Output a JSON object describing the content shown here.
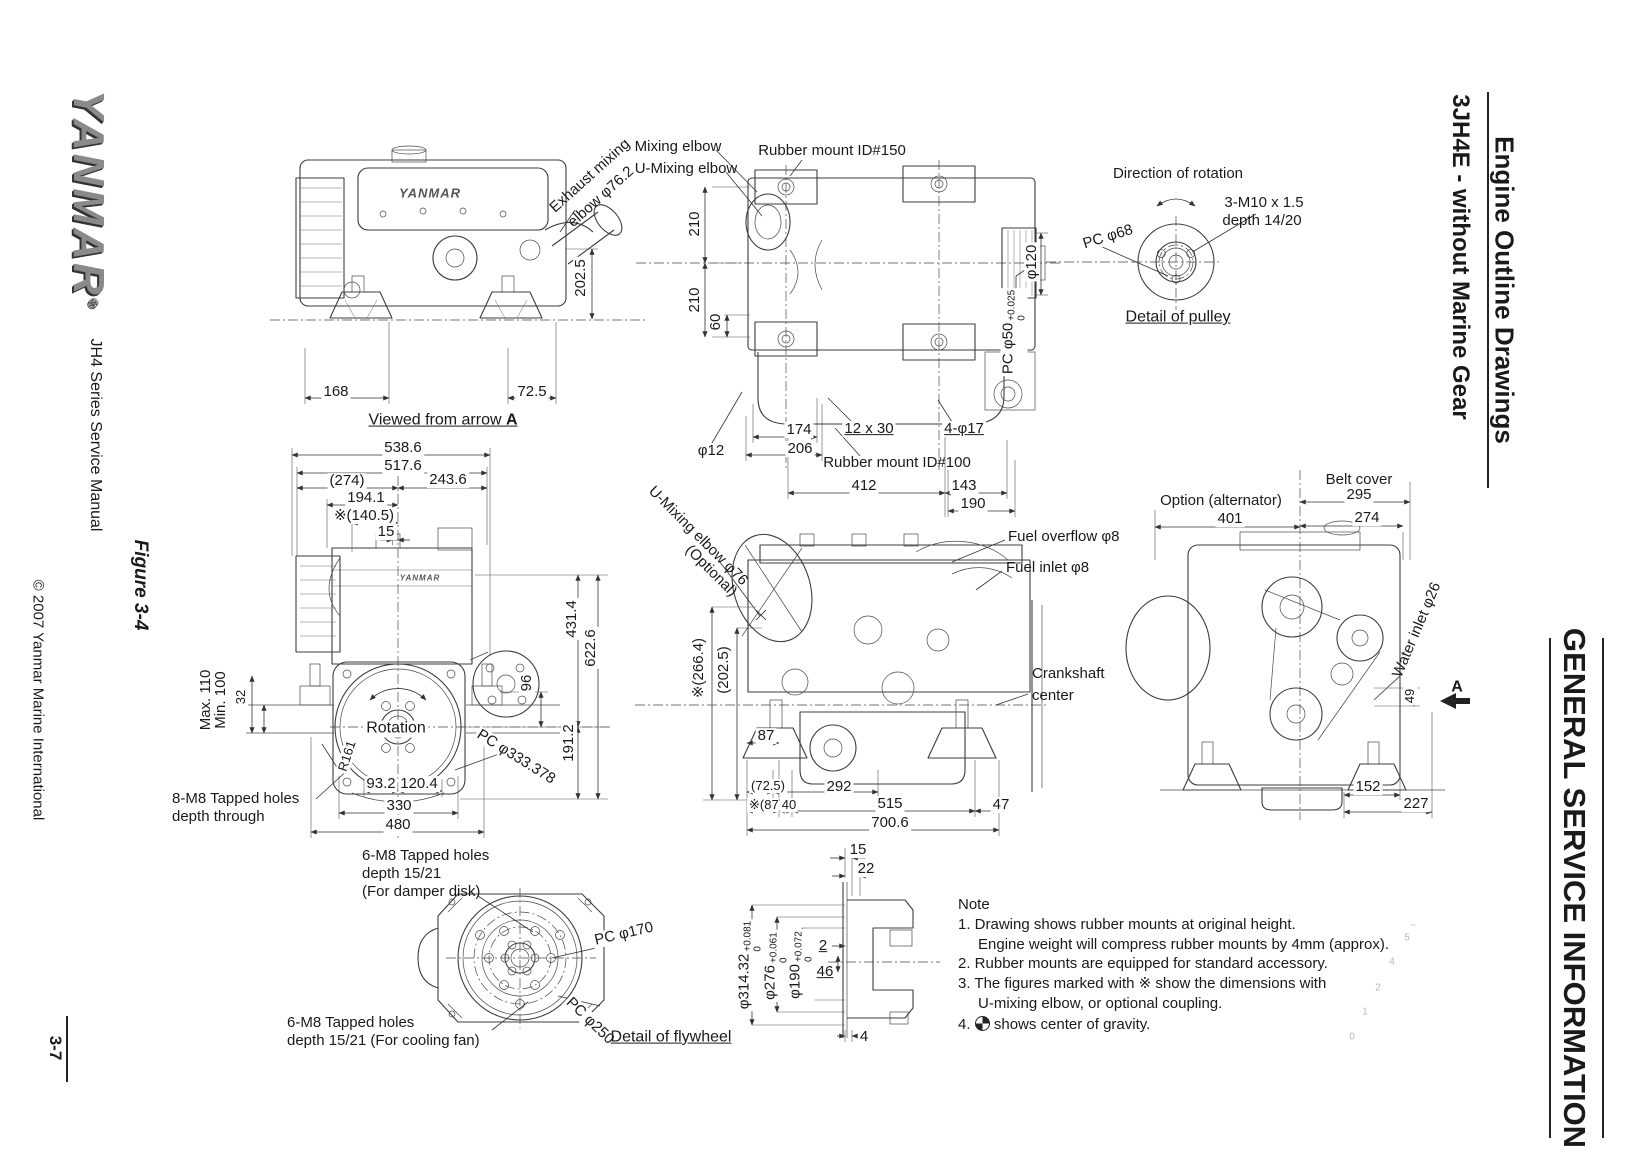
{
  "sidebar_left": {
    "logo": "YANMAR",
    "logo_reg": "®",
    "manual_title": "JH4 Series Service Manual",
    "copyright": "© 2007 Yanmar Marine International",
    "figure_label": "Figure 3-4",
    "page_number": "3-7"
  },
  "sidebar_right": {
    "section_title": "Engine Outline Drawings",
    "subsection_title": "3JH4E - without Marine Gear",
    "chapter_title": "GENERAL SERVICE INFORMATION"
  },
  "view_arrow_a": {
    "exhaust_label_1": "Exhaust mixing",
    "exhaust_label_2": "elbow φ76.2",
    "dim_height": "202.5",
    "dim_left": "168",
    "dim_right": "72.5",
    "caption_prefix": "Viewed from arrow ",
    "caption_arrow": "A",
    "engine_brand": "YANMAR"
  },
  "view_top": {
    "mixing_elbow": "Mixing elbow",
    "u_mixing_elbow": "U-Mixing elbow",
    "rubber_mount_150": "Rubber mount ID#150",
    "dim_210_top": "210",
    "dim_210_bottom": "210",
    "dim_60": "60",
    "dia_120": "φ120",
    "pc50_base": "PC φ50",
    "pc50_sup": "+0.025",
    "pc50_sub": "0",
    "dia_12": "φ12",
    "dim_174": "174",
    "dim_206": "206",
    "slot_12x30": "12 x 30",
    "holes_4_17": "4-φ17",
    "rubber_mount_100": "Rubber mount ID#100",
    "dim_412": "412",
    "dim_143": "143",
    "dim_190": "190"
  },
  "view_pulley": {
    "direction_label": "Direction of rotation",
    "bolt_spec_1": "3-M10 x 1.5",
    "bolt_spec_2": "depth 14/20",
    "pc68": "PC φ68",
    "caption": "Detail of pulley"
  },
  "view_front": {
    "dim_538_6": "538.6",
    "dim_517_6": "517.6",
    "dim_274": "(274)",
    "dim_243_6": "243.6",
    "dim_194_1": "194.1",
    "dim_140_5": "※(140.5)",
    "dim_15": "15",
    "dim_431_4": "431.4",
    "dim_622_6": "622.6",
    "dim_96": "96",
    "dim_191_2": "191.2",
    "max_110": "Max. 110",
    "min_100": "Min. 100",
    "dim_32": "32",
    "rotation_label": "Rotation",
    "r161": "R161",
    "pc333": "PC φ333.378",
    "dim_93_2": "93.2",
    "dim_120_4": "120.4",
    "dim_330": "330",
    "dim_480": "480",
    "tapped_line_1": "8-M8 Tapped holes",
    "tapped_line_2": "depth through",
    "engine_brand": "YANMAR"
  },
  "view_side": {
    "u_mixing_line_1": "U-Mixing elbow φ76",
    "u_mixing_line_2": "(Optional)",
    "dim_266_4": "※(266.4)",
    "dim_202_5": "(202.5)",
    "fuel_overflow": "Fuel overflow φ8",
    "fuel_inlet": "Fuel inlet φ8",
    "crankshaft_line_1": "Crankshaft",
    "crankshaft_line_2": "center",
    "dim_87": "87",
    "dim_72_5": "(72.5)",
    "dim_292": "292",
    "dim_87_opt": "※(87)",
    "dim_40": "40",
    "dim_515": "515",
    "dim_47": "47",
    "dim_700_6": "700.6"
  },
  "view_rear": {
    "option_label": "Option (alternator)",
    "dim_401": "401",
    "belt_cover": "Belt cover",
    "dim_295": "295",
    "dim_274": "274",
    "water_inlet": "Water inlet φ26",
    "dim_49": "49",
    "arrow_label": "A",
    "dim_152": "152",
    "dim_227": "227"
  },
  "view_flywheel": {
    "damper_line_1": "6-M8 Tapped holes",
    "damper_line_2": "depth 15/21",
    "damper_line_3": "(For damper disk)",
    "pc170": "PC φ170",
    "pc250": "PC φ250",
    "fan_line_1": "6-M8 Tapped holes",
    "fan_line_2": "depth 15/21 (For cooling fan)",
    "caption": "Detail of flywheel"
  },
  "view_section": {
    "dim_15": "15",
    "dim_22": "22",
    "dia_314_base": "φ314.32",
    "dia_314_sup": "+0.081",
    "dia_314_sub": "0",
    "dia_276_base": "φ276",
    "dia_276_sup": "+0.061",
    "dia_276_sub": "0",
    "dia_190_base": "φ190",
    "dia_190_sup": "+0.072",
    "dia_190_sub": "0",
    "dim_2": "2",
    "dim_46": "46",
    "dim_4": "4"
  },
  "notes": {
    "title": "Note",
    "item1a": "1. Drawing shows rubber mounts at original height.",
    "item1b": "Engine weight will compress rubber mounts by 4mm (approx).",
    "item2": "2. Rubber mounts are equipped for standard accessory.",
    "item3a": "3. The figures marked with ※  show the dimensions with",
    "item3b": "U-mixing elbow, or optional coupling.",
    "item4_prefix": "4.",
    "item4_text": "shows center of gravity."
  },
  "artifacts": {
    "a1": "5",
    "a2": "4",
    "a3": "2",
    "a4": "1",
    "a5": "0",
    "a6": "~"
  }
}
